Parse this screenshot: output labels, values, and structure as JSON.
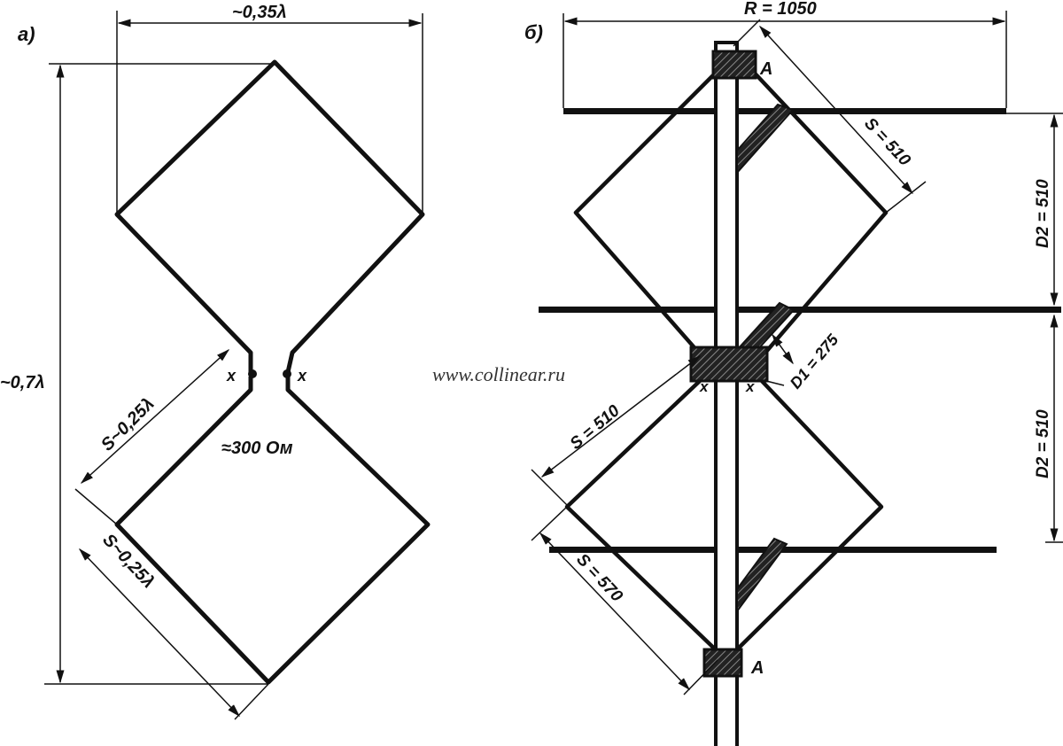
{
  "panel_a": {
    "label": "а)",
    "width_dim": "~0,35λ",
    "height_dim": "~0,7λ",
    "side_dim_upper": "S~0,25λ",
    "side_dim_lower": "S~0,25λ",
    "feed_left": "x",
    "feed_right": "x",
    "impedance": "≈300 Ом"
  },
  "panel_b": {
    "label": "б)",
    "reflector_dim": "R = 1050",
    "side_dim_top": "S = 510",
    "side_dim_mid": "S = 510",
    "side_dim_low": "S = 570",
    "spacing_upper": "D2 = 510",
    "spacing_lower": "D2 = 510",
    "feed_dim": "D1 = 275",
    "insulator_top": "A",
    "insulator_bottom": "A",
    "feed_left": "x",
    "feed_right": "x"
  },
  "watermark": "www.collinear.ru"
}
